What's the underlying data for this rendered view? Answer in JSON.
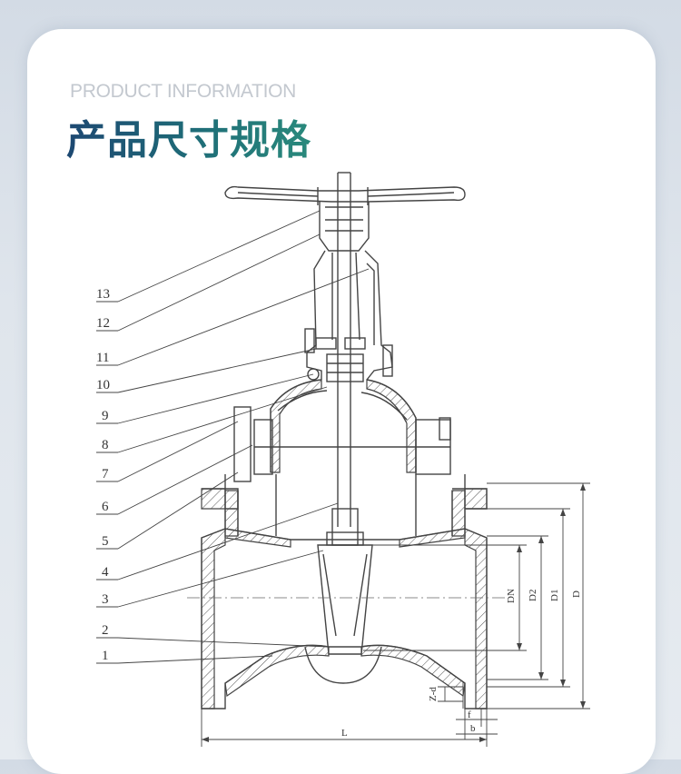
{
  "header": {
    "subtitle": "PRODUCT INFORMATION",
    "title": "产品尺寸规格"
  },
  "callouts": [
    "13",
    "12",
    "11",
    "10",
    "9",
    "8",
    "7",
    "6",
    "5",
    "4",
    "3",
    "2",
    "1"
  ],
  "dimensions": {
    "dn": "DN",
    "d2": "D2",
    "d1": "D1",
    "d": "D",
    "z_d": "Z-d",
    "f": "f",
    "b": "b",
    "l": "L"
  },
  "colors": {
    "title_start": "#1d4872",
    "title_end": "#2a8a7c",
    "line": "#444444"
  }
}
